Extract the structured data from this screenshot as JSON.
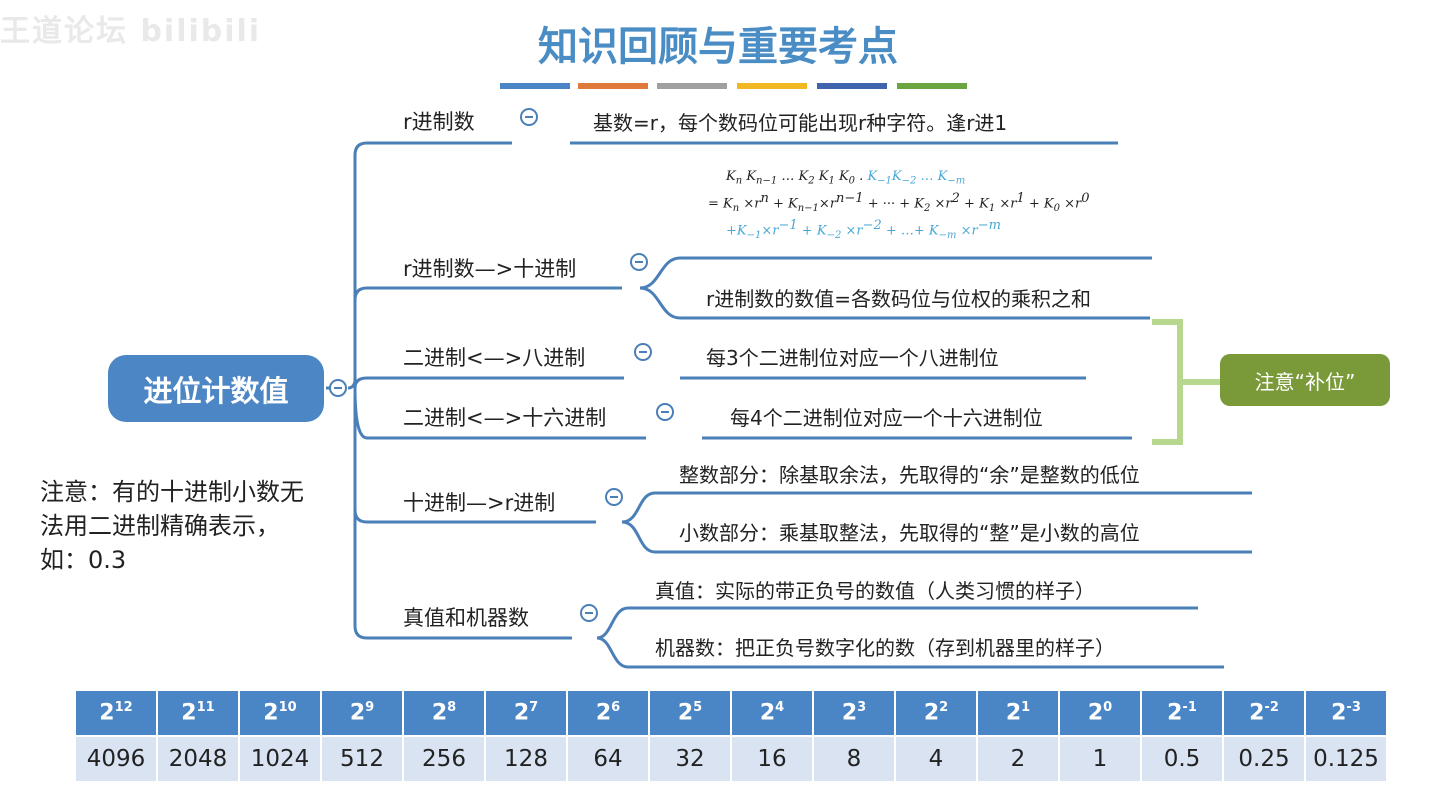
{
  "watermark": "王道论坛 bilibili",
  "title": "知识回顾与重要考点",
  "color_bars": [
    "#4a86c6",
    "#e07a3a",
    "#a0a0a0",
    "#f2b824",
    "#3e64b0",
    "#6aa540"
  ],
  "central": "进位计数值",
  "branches": {
    "b1": {
      "label": "r进制数",
      "desc": "基数=r，每个数码位可能出现r种字符。逢r进1"
    },
    "b2": {
      "label": "r进制数—>十进制",
      "desc": "r进制数的数值=各数码位与位权的乘积之和"
    },
    "b3": {
      "label": "二进制<—>八进制",
      "desc": "每3个二进制位对应一个八进制位"
    },
    "b4": {
      "label": "二进制<—>十六进制",
      "desc": "每4个二进制位对应一个十六进制位"
    },
    "b5": {
      "label": "十进制—>r进制",
      "desc1": "整数部分：除基取余法，先取得的“余”是整数的低位",
      "desc2": "小数部分：乘基取整法，先取得的“整”是小数的高位"
    },
    "b6": {
      "label": "真值和机器数",
      "desc1": "真值：实际的带正负号的数值（人类习惯的样子）",
      "desc2": "机器数：把正负号数字化的数（存到机器里的样子）"
    }
  },
  "bracket_note": "注意“补位”",
  "note": "注意：有的十进制小数无法用二进制精确表示，如：0.3",
  "formula": {
    "line1": "K_n K_{n-1} … K_2 K_1 K_0 . K_{-1}K_{-2} … K_{-m}",
    "line2": "= K_n ×r^n + K_{n-1}×r^{n-1} + ··· + K_2 ×r^2 + K_1 ×r^1 + K_0 ×r^0",
    "line3": "+K_{-1}×r^{-1} + K_{-2} ×r^{-2} + …+ K_{-m} ×r^{-m}"
  },
  "powers_table": {
    "headers": [
      {
        "base": "2",
        "exp": "12"
      },
      {
        "base": "2",
        "exp": "11"
      },
      {
        "base": "2",
        "exp": "10"
      },
      {
        "base": "2",
        "exp": "9"
      },
      {
        "base": "2",
        "exp": "8"
      },
      {
        "base": "2",
        "exp": "7"
      },
      {
        "base": "2",
        "exp": "6"
      },
      {
        "base": "2",
        "exp": "5"
      },
      {
        "base": "2",
        "exp": "4"
      },
      {
        "base": "2",
        "exp": "3"
      },
      {
        "base": "2",
        "exp": "2"
      },
      {
        "base": "2",
        "exp": "1"
      },
      {
        "base": "2",
        "exp": "0"
      },
      {
        "base": "2",
        "exp": "-1"
      },
      {
        "base": "2",
        "exp": "-2"
      },
      {
        "base": "2",
        "exp": "-3"
      }
    ],
    "values": [
      "4096",
      "2048",
      "1024",
      "512",
      "256",
      "128",
      "64",
      "32",
      "16",
      "8",
      "4",
      "2",
      "1",
      "0.5",
      "0.25",
      "0.125"
    ]
  }
}
